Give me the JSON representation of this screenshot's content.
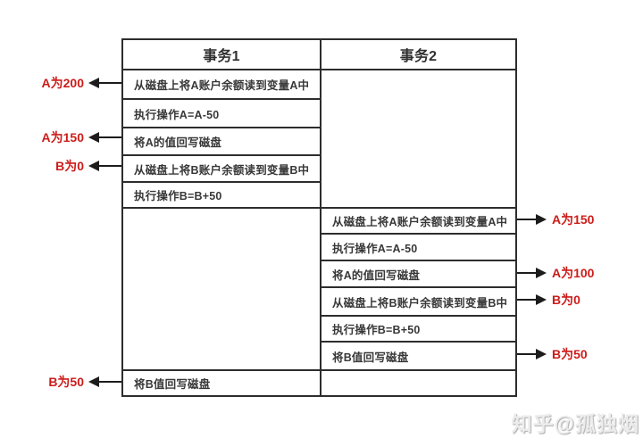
{
  "table": {
    "headers": [
      "事务1",
      "事务2"
    ],
    "t1_steps": [
      "从磁盘上将A账户余额读到变量A中",
      "执行操作A=A-50",
      "将A的值回写磁盘",
      "从磁盘上将B账户余额读到变量B中",
      "执行操作B=B+50",
      "将B值回写磁盘"
    ],
    "t2_steps": [
      "从磁盘上将A账户余额读到变量A中",
      "执行操作A=A-50",
      "将A的值回写磁盘",
      "从磁盘上将B账户余额读到变量B中",
      "执行操作B=B+50",
      "将B值回写磁盘"
    ]
  },
  "annotations": {
    "left": [
      {
        "label": "A为200",
        "attached_step": "事务1:从磁盘上将A账户余额读到变量A中"
      },
      {
        "label": "A为150",
        "attached_step": "事务1:将A的值回写磁盘"
      },
      {
        "label": "B为0",
        "attached_step": "事务1:从磁盘上将B账户余额读到变量B中"
      },
      {
        "label": "B为50",
        "attached_step": "事务1:将B值回写磁盘"
      }
    ],
    "right": [
      {
        "label": "A为150",
        "attached_step": "事务2:从磁盘上将A账户余额读到变量A中"
      },
      {
        "label": "A为100",
        "attached_step": "事务2:将A的值回写磁盘"
      },
      {
        "label": "B为0",
        "attached_step": "事务2:从磁盘上将B账户余额读到变量B中"
      },
      {
        "label": "B为50",
        "attached_step": "事务2:将B值回写磁盘"
      }
    ]
  },
  "watermark": "知乎@孤独烟",
  "colors": {
    "annotation_red": "#cb1d1a",
    "table_border": "#2d2d2d",
    "cell_text": "#383838",
    "arrow": "#1c1c1c",
    "watermark_gray": "#ececec"
  }
}
